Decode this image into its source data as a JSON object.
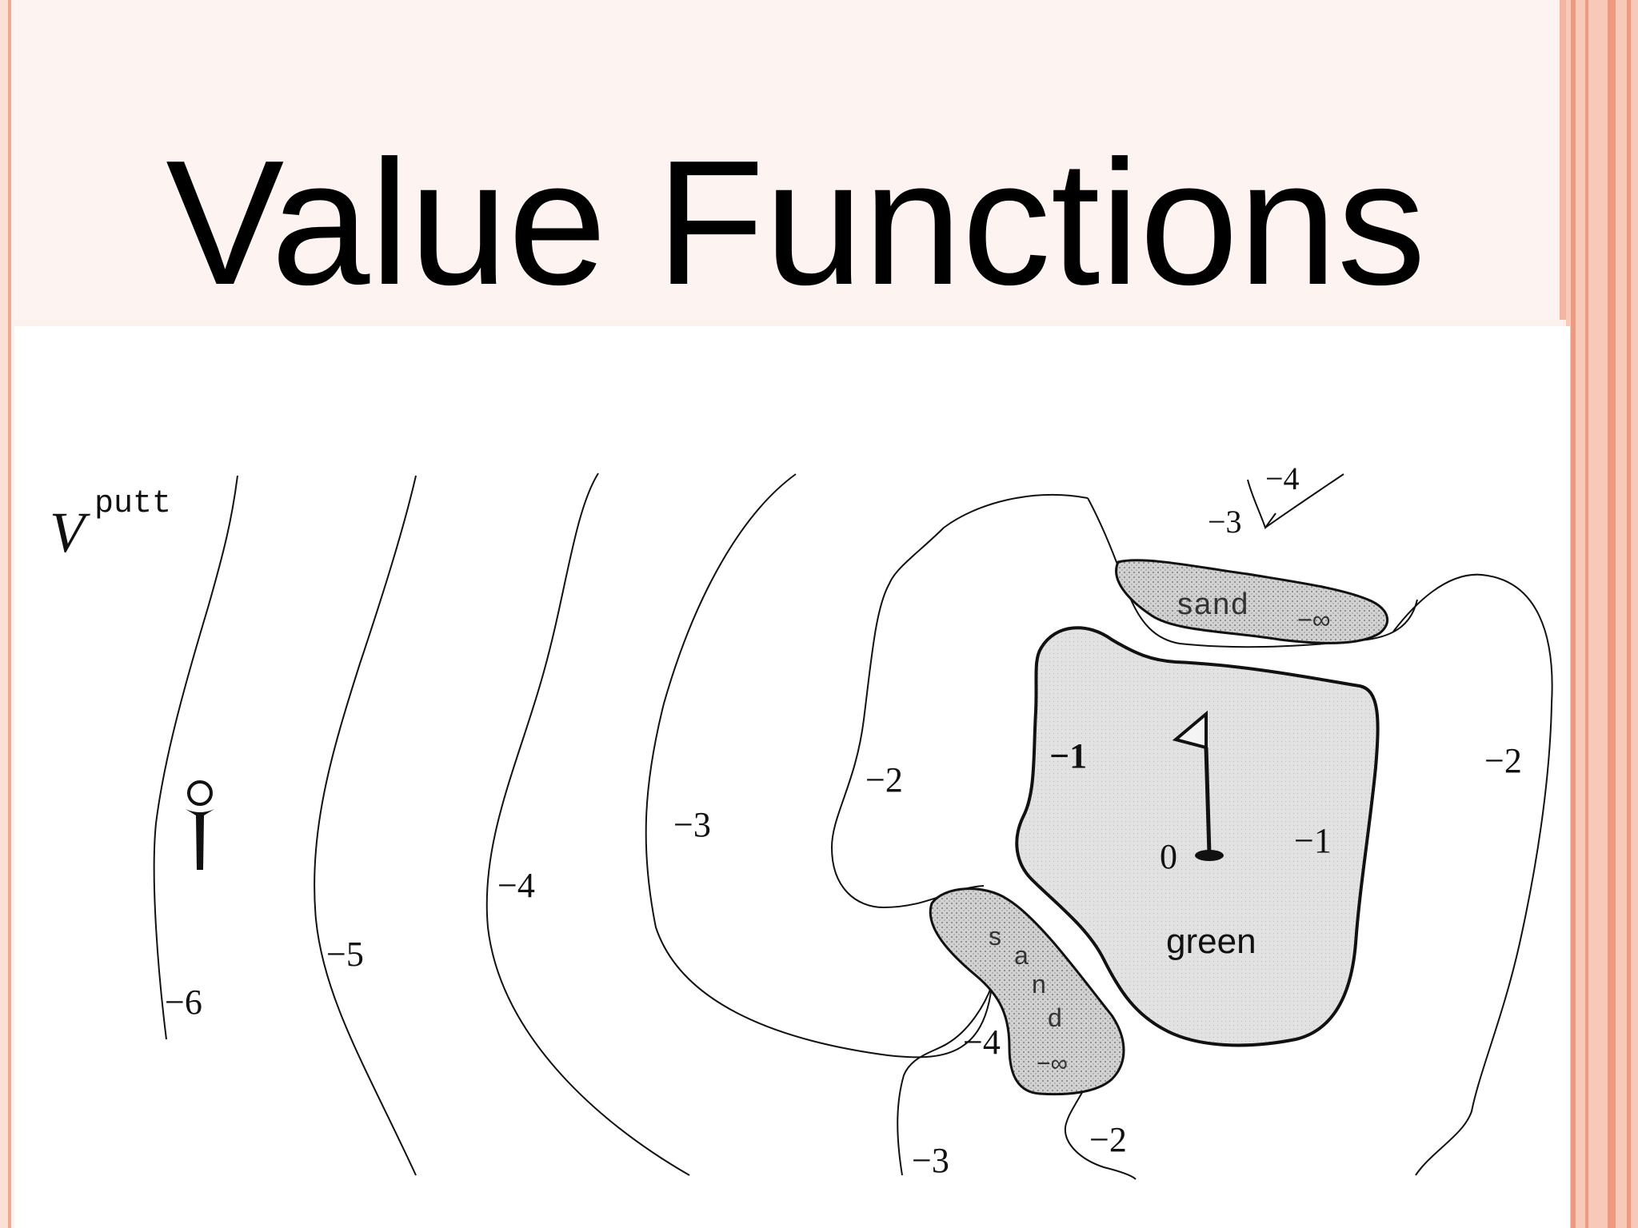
{
  "slide": {
    "title": "Value Functions"
  },
  "diagram": {
    "function_symbol": "V",
    "function_superscript": "putt",
    "region_labels": {
      "green": "green",
      "sand_top": "sand",
      "sand_top_value": "−∞",
      "sand_bottom_letters": [
        "s",
        "a",
        "n",
        "d"
      ],
      "sand_bottom_value": "−∞"
    },
    "contour_labels": {
      "m6": "−6",
      "m5": "−5",
      "m4_left": "−4",
      "m3_left": "−3",
      "m2_left": "−2",
      "m1_left": "−1",
      "m1_right": "−1",
      "zero": "0",
      "m2_right": "−2",
      "m4_top": "−4",
      "m3_top": "−3",
      "m4_bottom": "−4",
      "m3_bottom": "−3",
      "m2_bottom": "−2"
    },
    "colors": {
      "green_fill": "#e0e0e0",
      "sand_fill": "#cfcfcf",
      "line": "#111111",
      "frame_accent": "#ee9a80"
    },
    "icons": [
      "golf-tee-icon",
      "golf-flag-icon",
      "golf-hole-icon"
    ]
  }
}
